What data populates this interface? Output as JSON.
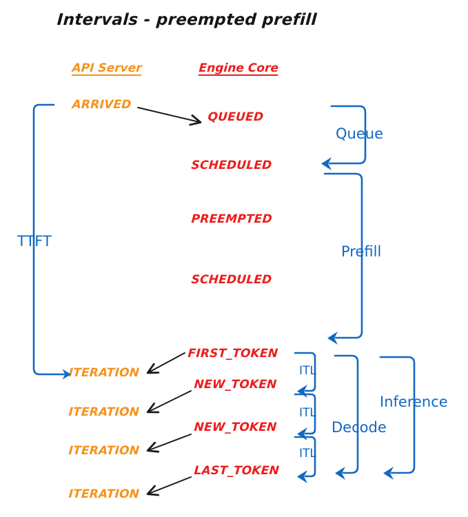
{
  "title": "Intervals - preempted prefill",
  "colors": {
    "api_server": "#F5921E",
    "engine_core": "#EE1C1C",
    "interval": "#1268C3",
    "arrow": "#1a1a1a",
    "background": "#FFFFFF"
  },
  "columns": {
    "api_server": "API Server",
    "engine_core": "Engine Core"
  },
  "api_events": [
    {
      "label": "ARRIVED"
    },
    {
      "label": "ITERATION"
    },
    {
      "label": "ITERATION"
    },
    {
      "label": "ITERATION"
    },
    {
      "label": "ITERATION"
    }
  ],
  "engine_events": [
    {
      "label": "QUEUED"
    },
    {
      "label": "SCHEDULED"
    },
    {
      "label": "PREEMPTED"
    },
    {
      "label": "SCHEDULED"
    },
    {
      "label": "FIRST_TOKEN"
    },
    {
      "label": "NEW_TOKEN"
    },
    {
      "label": "NEW_TOKEN"
    },
    {
      "label": "LAST_TOKEN"
    }
  ],
  "intervals": {
    "ttft": "TTFT",
    "queue": "Queue",
    "prefill": "Prefill",
    "decode": "Decode",
    "inference": "Inference",
    "itl": [
      "ITL",
      "ITL",
      "ITL"
    ]
  }
}
